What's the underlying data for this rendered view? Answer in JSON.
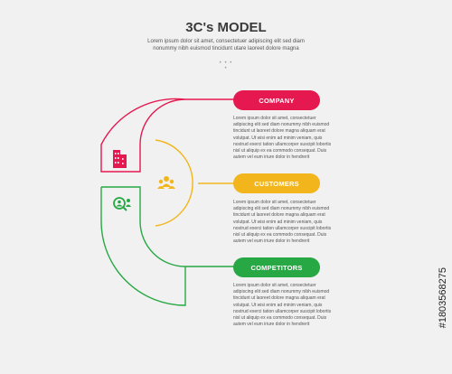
{
  "header": {
    "title": "3C's MODEL",
    "subtitle": "Lorem ipsum dolor sit amet, consectetuer adipiscing elit sed diam nonummy nibh euismod tincidunt utare laoreet dolore magna",
    "dots": "• • • •"
  },
  "items": [
    {
      "label": "COMPANY",
      "color": "#e5184f",
      "icon": "building-icon",
      "description": "Lorem ipsum dolor sit amet, consectetuer adipiscing elit sed diam nonummy nibh euismod tincidunt ut laoreet dolore magna aliquam erat volutpat. Ut wisi enim ad minim veniam, quis nostrud exerci tation ullamcorper suscipit lobortis nisl ut aliquip ex ea commodo consequat. Duis autem vel eum iriure dolor in hendrerit"
    },
    {
      "label": "CUSTOMERS",
      "color": "#f2b51c",
      "icon": "people-group-icon",
      "description": "Lorem ipsum dolor sit amet, consectetuer adipiscing elit sed diam nonummy nibh euismod tincidunt ut laoreet dolore magna aliquam erat volutpat. Ut wisi enim ad minim veniam, quis nostrud exerci tation ullamcorper suscipit lobortis nisl ut aliquip ex ea commodo consequat. Duis autem vel eum iriure dolor in hendrerit"
    },
    {
      "label": "COMPETITORS",
      "color": "#27a844",
      "icon": "search-person-icon",
      "description": "Lorem ipsum dolor sit amet, consectetuer adipiscing elit sed diam nonummy nibh euismod tincidunt ut laoreet dolore magna aliquam erat volutpat. Ut wisi enim ad minim veniam, quis nostrud exerci tation ullamcorper suscipit lobortis nisl ut aliquip ex ea commodo consequat. Duis autem vel eum iriure dolor in hendrerit"
    }
  ],
  "watermark": "#1803568275"
}
